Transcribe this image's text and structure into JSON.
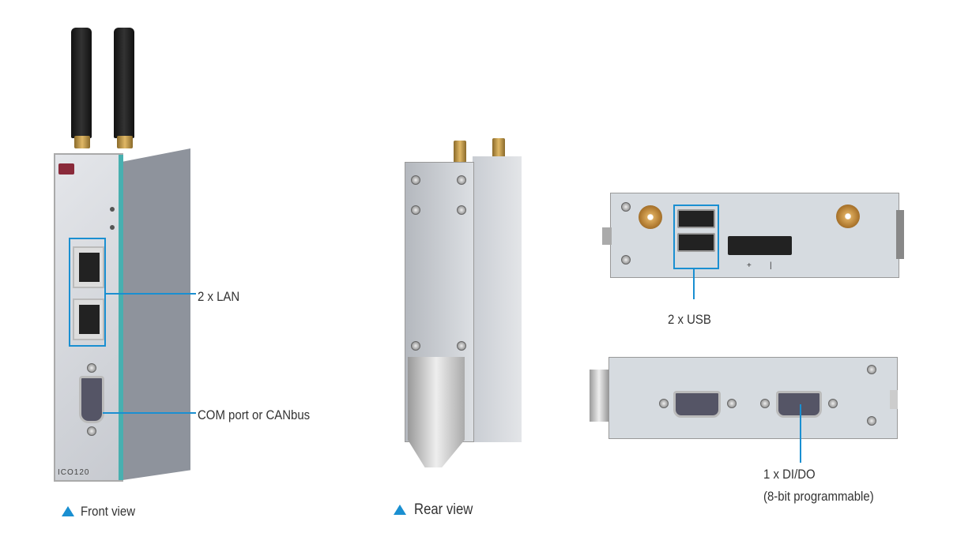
{
  "front": {
    "model": "ICO120",
    "lan_label": "2 x LAN",
    "com_label": "COM port or CANbus",
    "caption": "Front view"
  },
  "rear": {
    "caption": "Rear view"
  },
  "top_panel": {
    "usb_label": "2 x USB",
    "power_plus": "+",
    "power_minus": "|"
  },
  "bottom_panel": {
    "dio_label": "1 x DI/DO",
    "dio_sub": "(8-bit programmable)"
  },
  "colors": {
    "accent": "#1a8fd1",
    "chassis": "#c9ccd1",
    "side": "#8e939c",
    "teal": "#48b0b0"
  }
}
